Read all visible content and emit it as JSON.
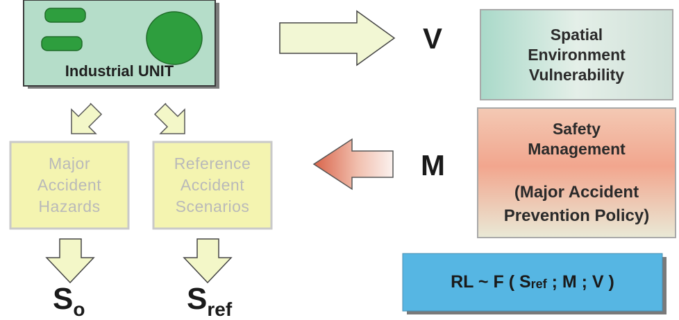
{
  "industrial_unit": {
    "label": "Industrial UNIT"
  },
  "hazards_box": {
    "lines": [
      "Major",
      "Accident",
      "Hazards"
    ]
  },
  "scenarios_box": {
    "lines": [
      "Reference",
      "Accident",
      "Scenarios"
    ]
  },
  "s_outputs": {
    "s0": {
      "main": "S",
      "sub": "o"
    },
    "sref": {
      "main": "S",
      "sub": "ref"
    }
  },
  "v_letter": "V",
  "m_letter": "M",
  "vulnerability_box": {
    "lines": [
      "Spatial",
      "Environment",
      "Vulnerability"
    ]
  },
  "safety_box": {
    "lines": [
      "Safety",
      "Management"
    ],
    "policy_lines": [
      "(Major Accident",
      "Prevention Policy)"
    ]
  },
  "formula": {
    "before": "RL ~ F ( S",
    "sub": "ref",
    "after": " ; M ; V )"
  },
  "colors": {
    "industrial_fill": "#b5ddc9",
    "industrial_shape": "#2e9e3e",
    "pale_box_fill": "#f4f4b0",
    "pale_box_border": "#c9c9c9",
    "down_arrow_fill": "#f3f7c8",
    "right_arrow_fill": "#f2f7d4",
    "left_arrow_color": "#d9644a",
    "formula_fill": "#56b6e3"
  }
}
